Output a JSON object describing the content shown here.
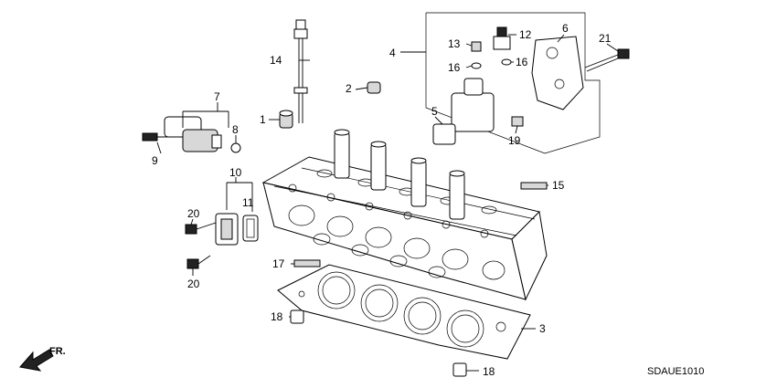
{
  "diagram": {
    "part_code": "SDAUE1010",
    "front_label": "FR.",
    "callouts": {
      "c1": "1",
      "c2": "2",
      "c3": "3",
      "c4": "4",
      "c5": "5",
      "c6": "6",
      "c7": "7",
      "c8": "8",
      "c9": "9",
      "c10": "10",
      "c11": "11",
      "c12": "12",
      "c13": "13",
      "c14": "14",
      "c15": "15",
      "c16a": "16",
      "c16b": "16",
      "c17": "17",
      "c18a": "18",
      "c18b": "18",
      "c19": "19",
      "c20a": "20",
      "c20b": "20",
      "c21": "21"
    }
  }
}
